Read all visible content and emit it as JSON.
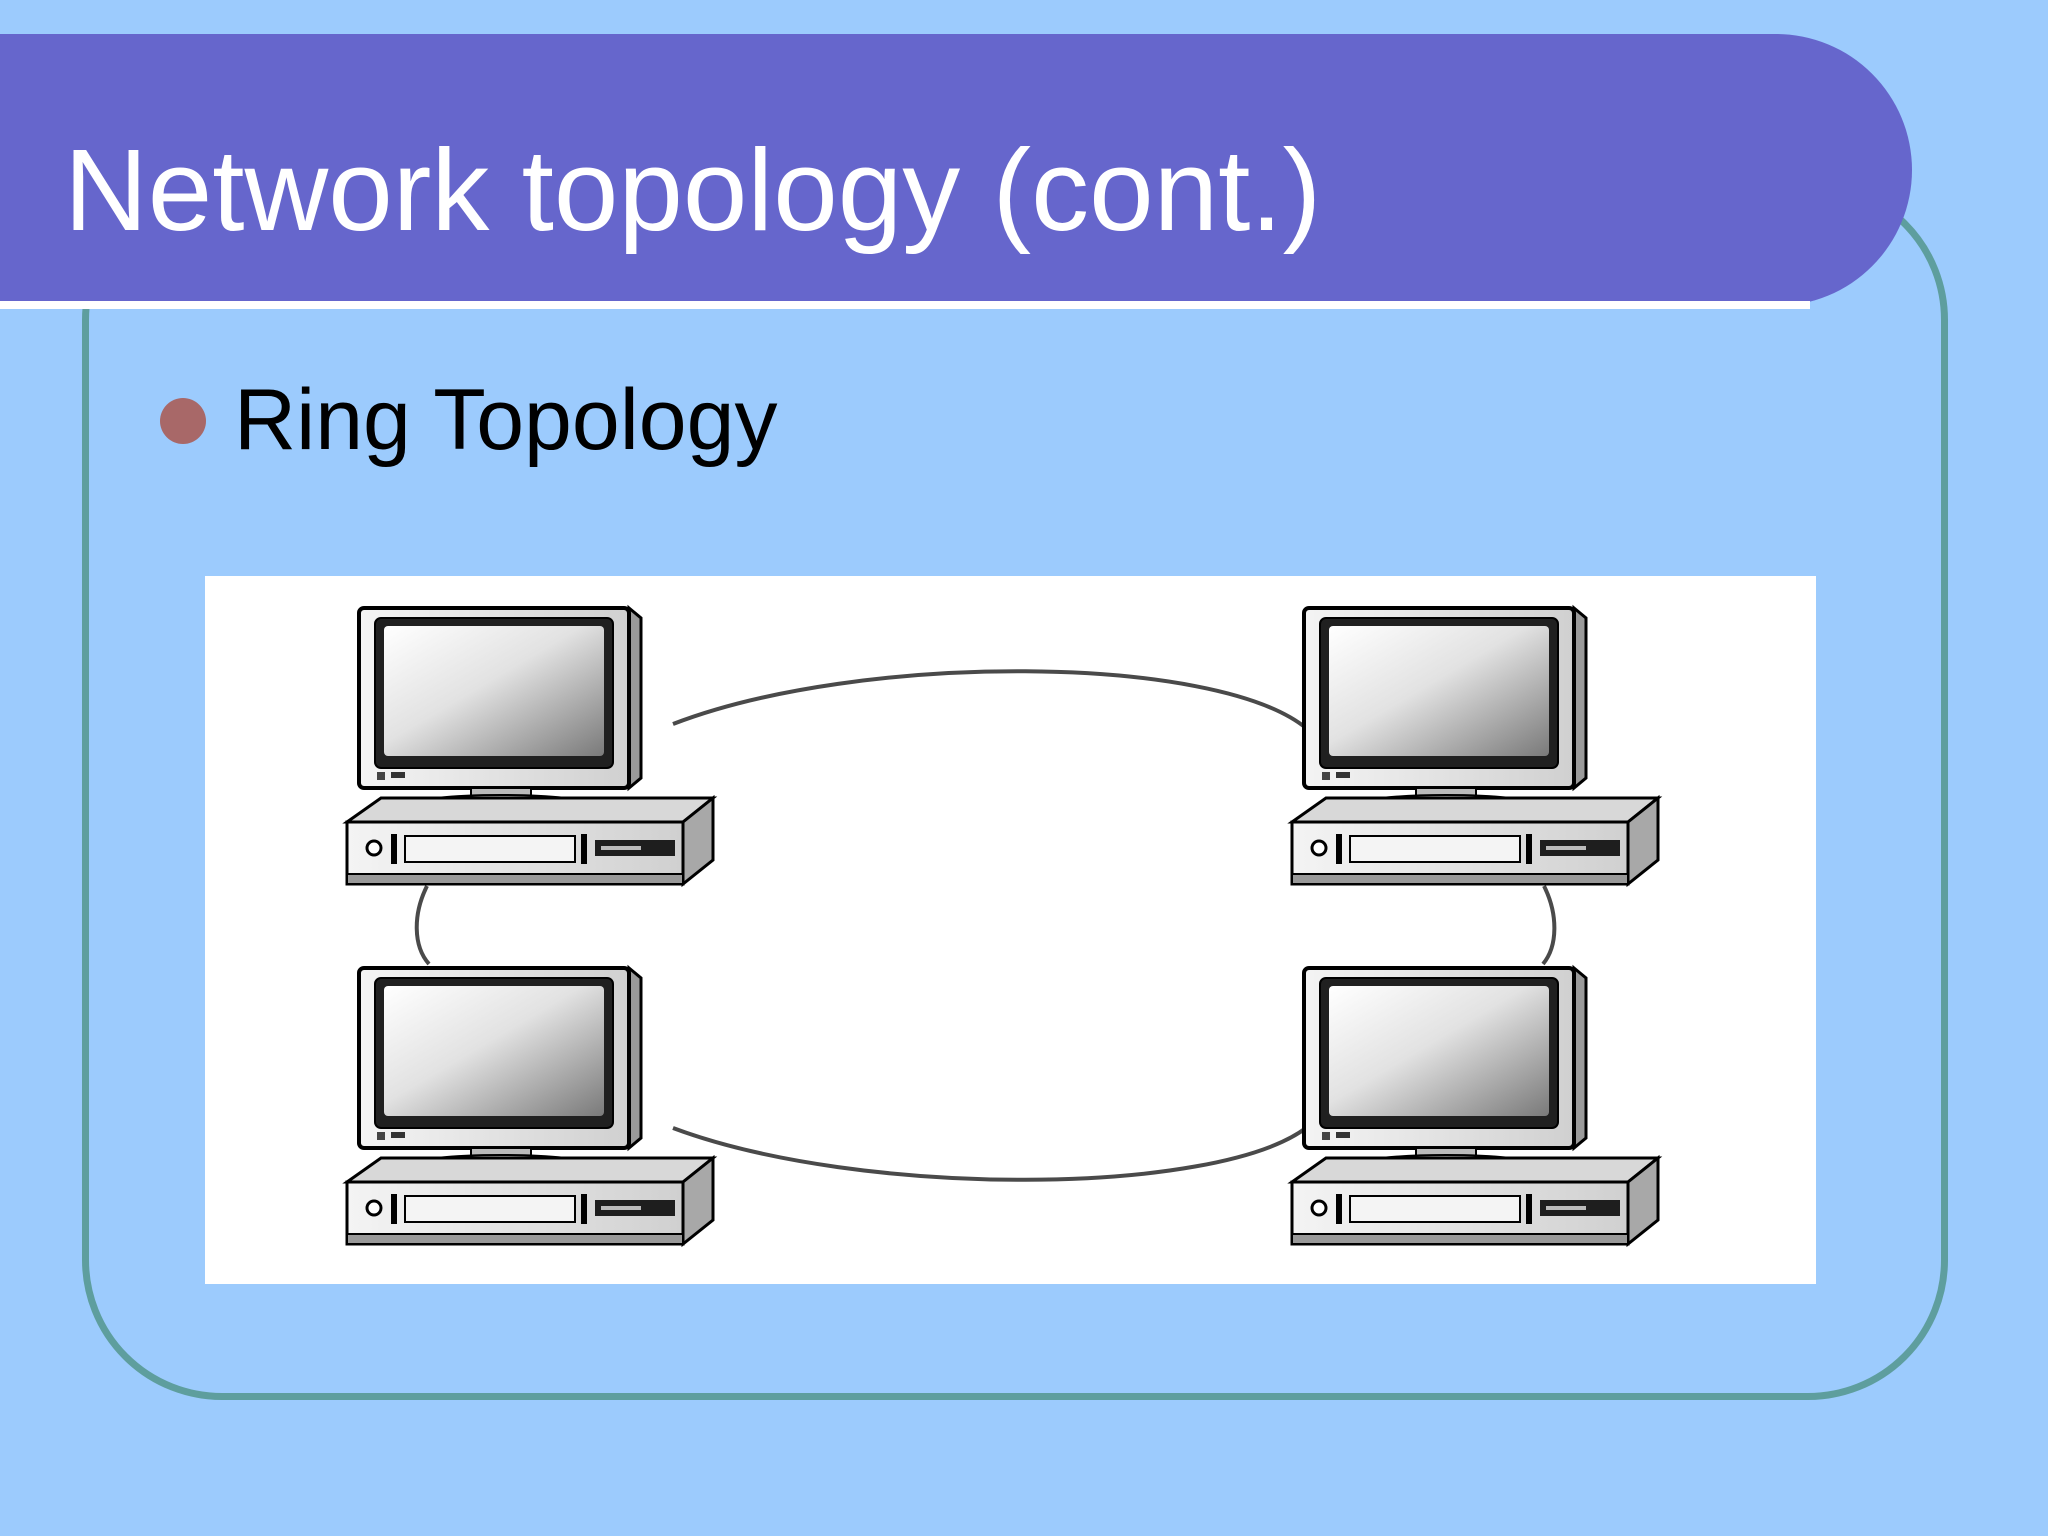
{
  "slide": {
    "title": "Network topology (cont.)",
    "bullets": [
      {
        "text": "Ring Topology"
      }
    ]
  },
  "diagram": {
    "type": "ring-topology",
    "nodes": [
      "computer",
      "computer",
      "computer",
      "computer"
    ],
    "links": [
      [
        0,
        1
      ],
      [
        1,
        3
      ],
      [
        3,
        2
      ],
      [
        2,
        0
      ]
    ]
  },
  "colors": {
    "background": "#9CCBFD",
    "title_banner": "#6666CC",
    "title_text": "#FFFFFF",
    "frame_border": "#5E9E9E",
    "bullet_dot": "#A86868",
    "figure_background": "#FFFFFF"
  }
}
